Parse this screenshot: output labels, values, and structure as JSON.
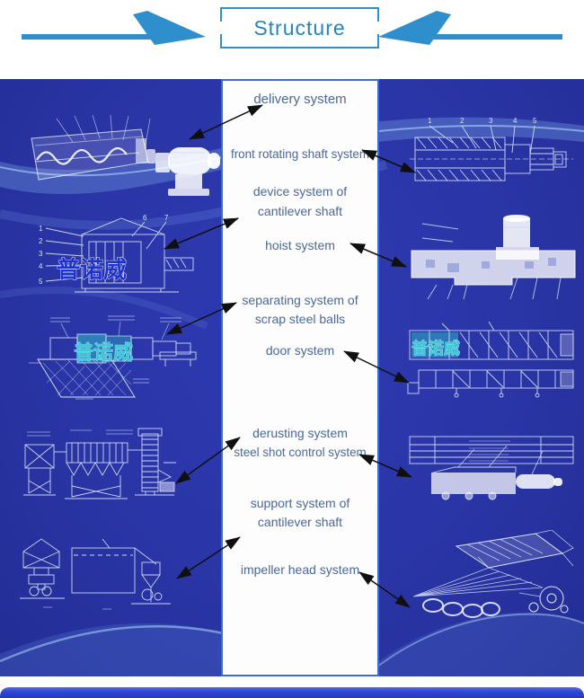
{
  "header": {
    "title": "Structure"
  },
  "column": {
    "lines": [
      "delivery system",
      "front rotating shaft system",
      "device system of",
      "cantilever shaft",
      "hoist system",
      "separating system of",
      "scrap steel balls",
      "door system",
      "derusting system",
      "steel shot control system",
      "support system of",
      "cantilever shaft",
      "impeller head system"
    ]
  },
  "drawings": {
    "watermark": "普诺威",
    "front_shaft_callouts": [
      "1",
      "2",
      "3",
      "4",
      "5"
    ],
    "cantilever_device_callouts": [
      "1",
      "2",
      "3",
      "4",
      "5",
      "6",
      "7"
    ]
  },
  "colors": {
    "accent_blue": "#2e8fcc",
    "panel_blue": "#2a35a6",
    "label_blue": "#4a6899",
    "column_border": "#3a6bd8",
    "watermark_blue": "#1e32cc",
    "watermark_teal": "#39c8d8",
    "bottom_bar_blue": "#2c47d6",
    "arrow_black": "#101010"
  }
}
